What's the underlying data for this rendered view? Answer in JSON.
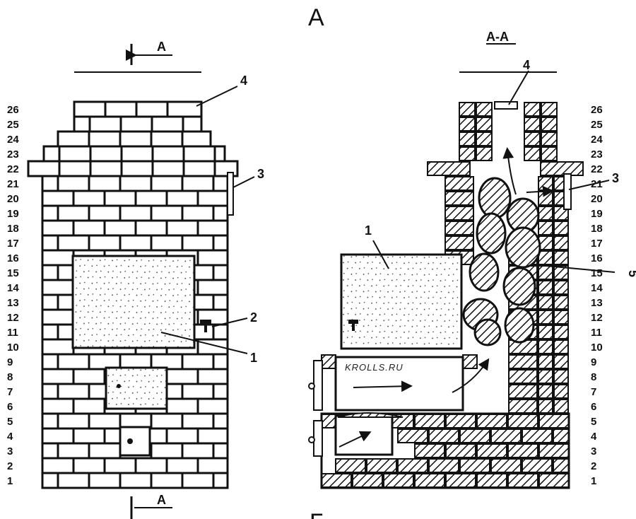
{
  "title": "А",
  "section_title": "А-А",
  "section_marker": "А",
  "bottom_partial_letter": "Б",
  "watermark": "KROLLS.RU",
  "row_numbers": [
    "1",
    "2",
    "3",
    "4",
    "5",
    "6",
    "7",
    "8",
    "9",
    "10",
    "11",
    "12",
    "13",
    "14",
    "15",
    "16",
    "17",
    "18",
    "19",
    "20",
    "21",
    "22",
    "23",
    "24",
    "25",
    "26"
  ],
  "callouts_left": [
    "1",
    "2",
    "3",
    "4"
  ],
  "callouts_right": [
    "1",
    "3",
    "4",
    "5"
  ],
  "colors": {
    "ink": "#111111",
    "paper": "#ffffff"
  }
}
